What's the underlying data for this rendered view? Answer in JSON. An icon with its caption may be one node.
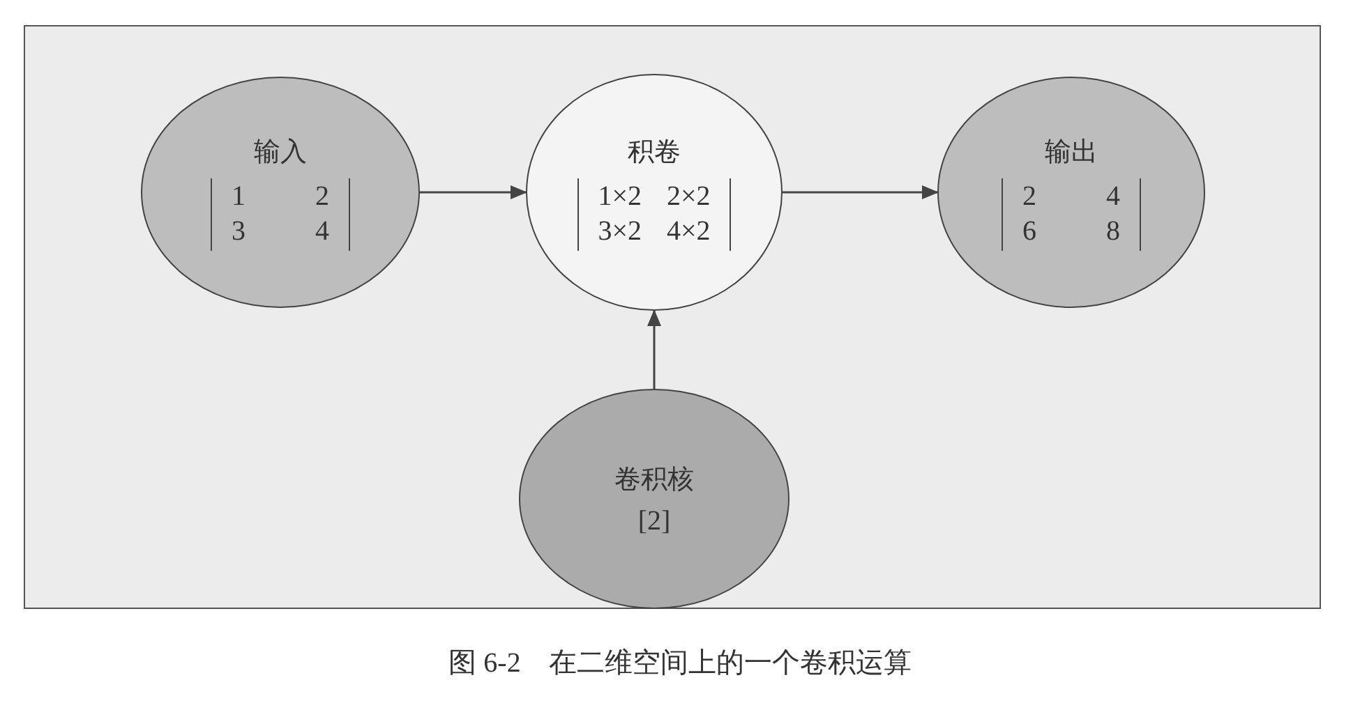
{
  "diagram": {
    "caption": "图 6-2　在二维空间上的一个卷积运算",
    "nodes": [
      {
        "text": [
          "输入",
          "1",
          "2",
          "3",
          "4"
        ]
      },
      {
        "text": [
          "积卷",
          "1×2",
          "2×2",
          "3×2",
          "4×2"
        ]
      },
      {
        "text": [
          "输出",
          "2",
          "4",
          "6",
          "8"
        ]
      },
      {
        "text": [
          "卷积核",
          "[2]"
        ]
      }
    ],
    "edges": [
      {
        "from": 0,
        "to": 1,
        "arrow": "to"
      },
      {
        "from": 1,
        "to": 2,
        "arrow": "to"
      },
      {
        "from": 3,
        "to": 1,
        "arrow": "to"
      }
    ]
  }
}
